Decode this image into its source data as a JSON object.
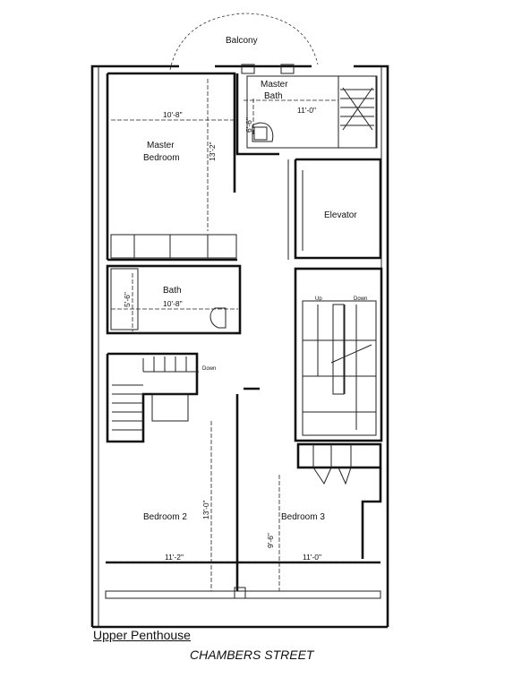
{
  "plan": {
    "rooms": {
      "balcony": "Balcony",
      "master_bath_line1": "Master",
      "master_bath_line2": "Bath",
      "master_bedroom_line1": "Master",
      "master_bedroom_line2": "Bedroom",
      "bath": "Bath",
      "elevator": "Elevator",
      "bedroom2": "Bedroom 2",
      "bedroom3": "Bedroom 3"
    },
    "dimensions": {
      "master_bedroom_width": "10'-8\"",
      "master_bedroom_depth": "13'-2\"",
      "master_bath_width": "11'-0\"",
      "master_bath_depth": "6'-6\"",
      "bath_width": "10'-8\"",
      "bath_depth": "5'-6\"",
      "bedroom2_depth": "13'-0\"",
      "bedroom2_width": "11'-2\"",
      "bedroom3_depth": "9'-6\"",
      "bedroom3_width": "11'-0\""
    },
    "stair_labels": {
      "up": "Up",
      "down": "Down",
      "down_small": "Down"
    }
  },
  "titles": {
    "floor": "Upper Penthouse",
    "street": "CHAMBERS STREET"
  }
}
